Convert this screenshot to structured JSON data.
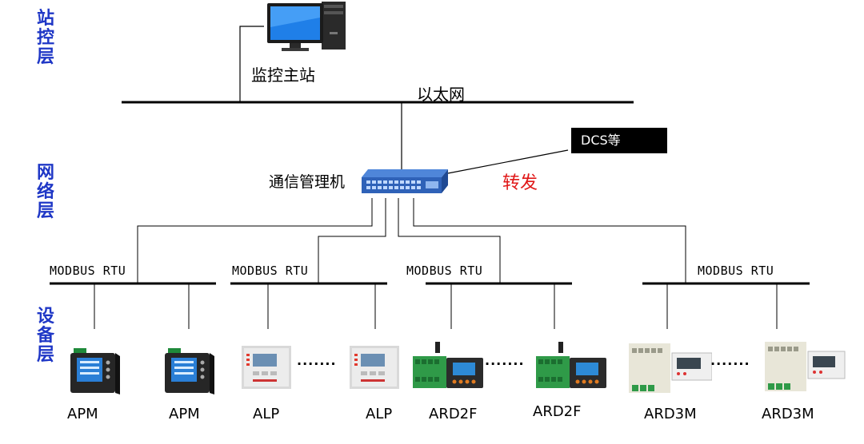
{
  "layers": {
    "station": "站控层",
    "network": "网络层",
    "device": "设备层"
  },
  "labels": {
    "monitor_station": "监控主站",
    "ethernet": "以太网",
    "comm_manager": "通信管理机",
    "dcs": "DCS等",
    "forward": "转发",
    "bus": [
      "MODBUS RTU",
      "MODBUS RTU",
      "MODBUS RTU",
      "MODBUS RTU"
    ],
    "ellipsis": "·······"
  },
  "devices": [
    "APM",
    "APM",
    "ALP",
    "ALP",
    "ARD2F",
    "ARD2F",
    "ARD3M",
    "ARD3M"
  ],
  "colors": {
    "layer_label": "#1f37c6",
    "forward": "#e01818",
    "switch_body": "#2f62b8",
    "screen_blue": "#1f6fd0"
  }
}
